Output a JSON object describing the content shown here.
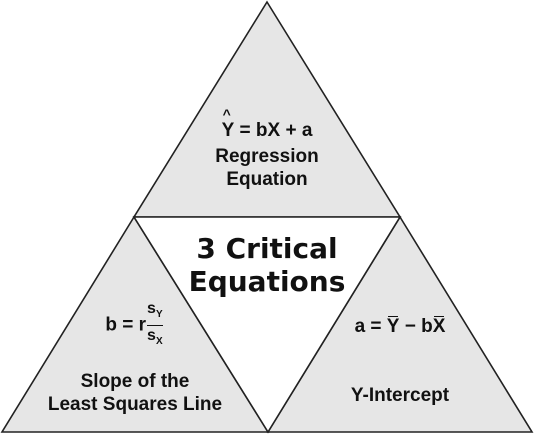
{
  "colors": {
    "triangle_fill": "#e6e6e6",
    "center_fill": "#ffffff",
    "stroke": "#222222",
    "text": "#111111"
  },
  "top": {
    "equation_lhs": "Y",
    "equation_rhs": " = bX + a",
    "caption_line1": "Regression",
    "caption_line2": "Equation"
  },
  "center": {
    "line1": "3 Critical",
    "line2": "Equations"
  },
  "left": {
    "equation_prefix": "b = r",
    "numerator": "s",
    "numerator_sub": "Y",
    "denominator": "s",
    "denominator_sub": "X",
    "caption_line1": "Slope of the",
    "caption_line2": "Least Squares Line"
  },
  "right": {
    "equation_a": "a = ",
    "equation_ybar": "Y",
    "equation_mid": " − b",
    "equation_xbar": "X",
    "caption": "Y-Intercept"
  }
}
